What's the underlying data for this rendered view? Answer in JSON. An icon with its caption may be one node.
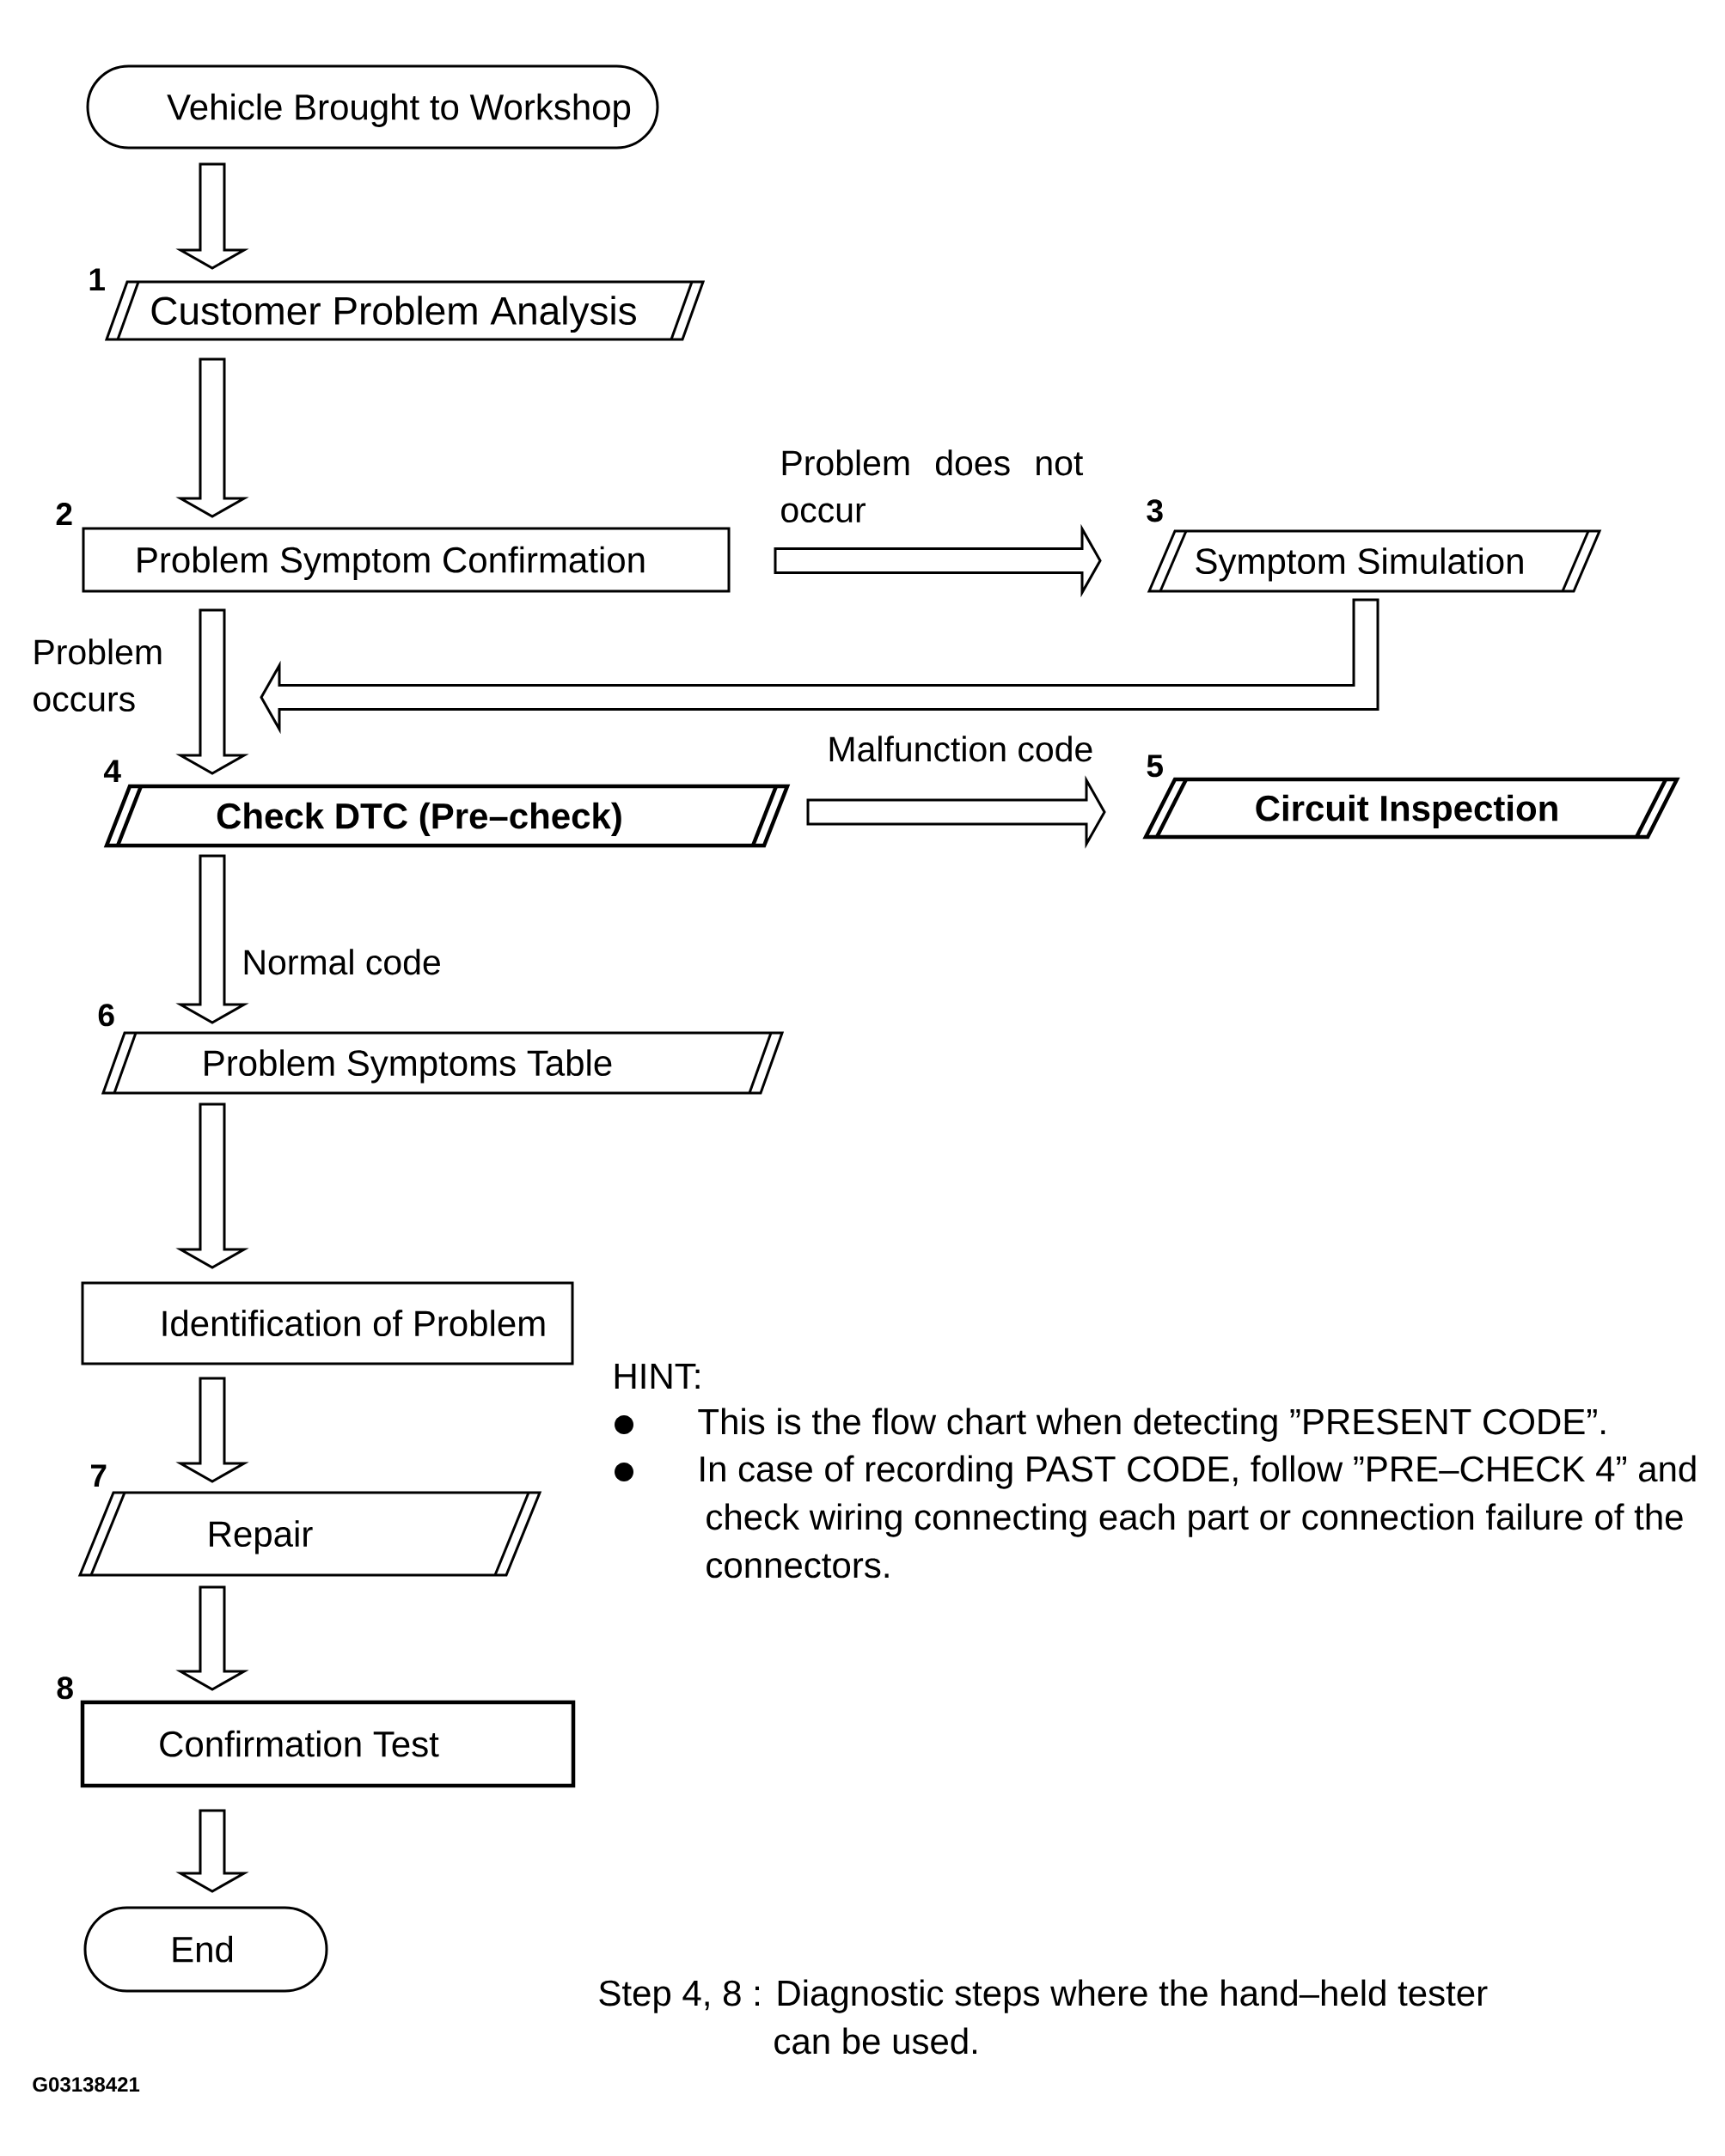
{
  "diagram": {
    "nodes": [
      {
        "text": [
          "Vehicle Brought to Workshop"
        ]
      },
      {
        "text": [
          "Customer Problem Analysis"
        ],
        "beside": [
          "1"
        ]
      },
      {
        "text": [
          "Problem Symptom Confirmation"
        ],
        "beside": [
          "2"
        ]
      },
      {
        "text": [
          "Symptom Simulation"
        ],
        "beside": [
          "3"
        ]
      },
      {
        "text": [
          "Check DTC (Pre–check)"
        ],
        "beside": [
          "4"
        ]
      },
      {
        "text": [
          "Circuit Inspection"
        ],
        "beside": [
          "5"
        ]
      },
      {
        "text": [
          "Problem Symptoms Table"
        ],
        "beside": [
          "6"
        ]
      },
      {
        "text": [
          "Identification of Problem"
        ]
      },
      {
        "text": [
          "Repair"
        ],
        "beside": [
          "7"
        ]
      },
      {
        "text": [
          "Confirmation Test"
        ],
        "beside": [
          "8"
        ]
      },
      {
        "text": [
          "End"
        ]
      }
    ],
    "edges": [
      {
        "from": 0,
        "to": 1,
        "arrow": "to"
      },
      {
        "from": 1,
        "to": 2,
        "arrow": "to"
      },
      {
        "from": 2,
        "to": 4,
        "arrow": "to",
        "label": "Problem occurs"
      },
      {
        "from": 2,
        "to": 3,
        "arrow": "to",
        "label": "Problem does not occur"
      },
      {
        "from": 3,
        "to": 4,
        "arrow": "to"
      },
      {
        "from": 4,
        "to": 5,
        "arrow": "to",
        "label": "Malfunction code"
      },
      {
        "from": 4,
        "to": 6,
        "arrow": "to",
        "label": "Normal code"
      },
      {
        "from": 6,
        "to": 7,
        "arrow": "to"
      },
      {
        "from": 7,
        "to": 8,
        "arrow": "to"
      },
      {
        "from": 8,
        "to": 9,
        "arrow": "to"
      },
      {
        "from": 9,
        "to": 10,
        "arrow": "to"
      }
    ],
    "labels": [
      "HINT:",
      "This is the flow chart when detecting ”PRESENT CODE”.",
      "In case of recording PAST CODE, follow ”PRE–CHECK 4” and check wiring connecting each part or connection failure of the connectors.",
      "Step 4, 8 : Diagnostic steps where the hand–held tester can be used.",
      "G03138421"
    ]
  }
}
